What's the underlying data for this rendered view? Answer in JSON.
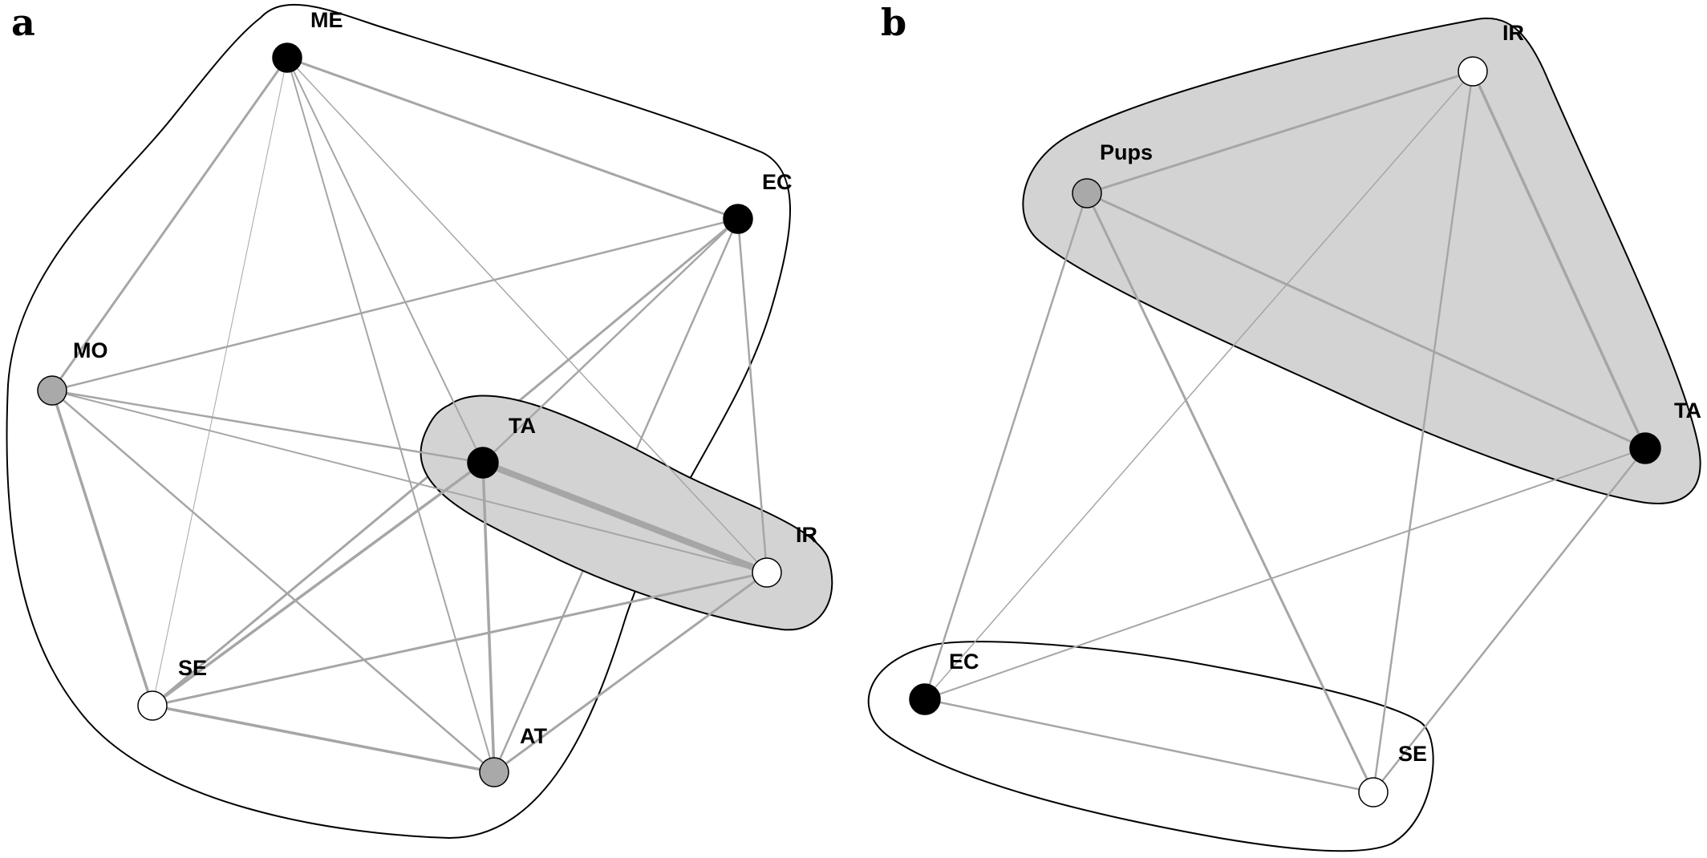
{
  "panels": [
    {
      "letter": "a",
      "nodes": [
        {
          "id": "ME",
          "label": "ME",
          "fill": "#000000"
        },
        {
          "id": "EC",
          "label": "EC",
          "fill": "#000000"
        },
        {
          "id": "MO",
          "label": "MO",
          "fill": "#a9a9a9"
        },
        {
          "id": "TA",
          "label": "TA",
          "fill": "#000000"
        },
        {
          "id": "IR",
          "label": "IR",
          "fill": "#ffffff"
        },
        {
          "id": "SE",
          "label": "SE",
          "fill": "#ffffff"
        },
        {
          "id": "AT",
          "label": "AT",
          "fill": "#a9a9a9"
        }
      ],
      "edges": [
        {
          "from": "ME",
          "to": "EC",
          "weight": 3
        },
        {
          "from": "ME",
          "to": "MO",
          "weight": 3
        },
        {
          "from": "ME",
          "to": "SE",
          "weight": 1
        },
        {
          "from": "ME",
          "to": "TA",
          "weight": 2
        },
        {
          "from": "ME",
          "to": "IR",
          "weight": 1.5
        },
        {
          "from": "ME",
          "to": "AT",
          "weight": 2
        },
        {
          "from": "EC",
          "to": "MO",
          "weight": 2.5
        },
        {
          "from": "EC",
          "to": "TA",
          "weight": 2.5
        },
        {
          "from": "EC",
          "to": "SE",
          "weight": 3
        },
        {
          "from": "EC",
          "to": "IR",
          "weight": 2.5
        },
        {
          "from": "EC",
          "to": "AT",
          "weight": 2.5
        },
        {
          "from": "MO",
          "to": "TA",
          "weight": 2.5
        },
        {
          "from": "MO",
          "to": "IR",
          "weight": 2
        },
        {
          "from": "MO",
          "to": "SE",
          "weight": 3.5
        },
        {
          "from": "MO",
          "to": "AT",
          "weight": 2.5
        },
        {
          "from": "TA",
          "to": "IR",
          "weight": 8
        },
        {
          "from": "TA",
          "to": "SE",
          "weight": 3.5
        },
        {
          "from": "TA",
          "to": "AT",
          "weight": 3.5
        },
        {
          "from": "IR",
          "to": "SE",
          "weight": 3
        },
        {
          "from": "IR",
          "to": "AT",
          "weight": 3
        },
        {
          "from": "SE",
          "to": "AT",
          "weight": 3.5
        }
      ],
      "groups": [
        {
          "style": "outline",
          "members": [
            "ME",
            "EC",
            "MO",
            "SE",
            "AT"
          ]
        },
        {
          "style": "filled",
          "members": [
            "TA",
            "IR"
          ]
        }
      ]
    },
    {
      "letter": "b",
      "nodes": [
        {
          "id": "IR",
          "label": "IR",
          "fill": "#ffffff"
        },
        {
          "id": "Pups",
          "label": "Pups",
          "fill": "#a9a9a9"
        },
        {
          "id": "TA",
          "label": "TA",
          "fill": "#000000"
        },
        {
          "id": "EC",
          "label": "EC",
          "fill": "#000000"
        },
        {
          "id": "SE",
          "label": "SE",
          "fill": "#ffffff"
        }
      ],
      "edges": [
        {
          "from": "IR",
          "to": "Pups",
          "weight": 3
        },
        {
          "from": "IR",
          "to": "TA",
          "weight": 3.5
        },
        {
          "from": "IR",
          "to": "EC",
          "weight": 1.5
        },
        {
          "from": "IR",
          "to": "SE",
          "weight": 2.5
        },
        {
          "from": "Pups",
          "to": "TA",
          "weight": 3
        },
        {
          "from": "Pups",
          "to": "EC",
          "weight": 2.5
        },
        {
          "from": "Pups",
          "to": "SE",
          "weight": 3
        },
        {
          "from": "TA",
          "to": "EC",
          "weight": 2
        },
        {
          "from": "TA",
          "to": "SE",
          "weight": 2.5
        },
        {
          "from": "EC",
          "to": "SE",
          "weight": 2.5
        }
      ],
      "groups": [
        {
          "style": "filled",
          "members": [
            "IR",
            "Pups",
            "TA"
          ]
        },
        {
          "style": "outline",
          "members": [
            "EC",
            "SE"
          ]
        }
      ]
    }
  ]
}
